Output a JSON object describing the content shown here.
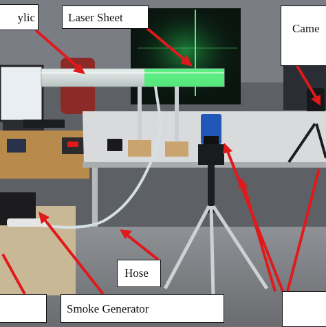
{
  "labels": {
    "acrylic": "ylic",
    "laser_sheet": "Laser Sheet",
    "camera": "Came",
    "hose": "Hose",
    "smoke_generator": "Smoke Generator"
  },
  "colors": {
    "arrow": "#e0191b",
    "laser": "#39ff6a",
    "label_bg": "#ffffff"
  }
}
